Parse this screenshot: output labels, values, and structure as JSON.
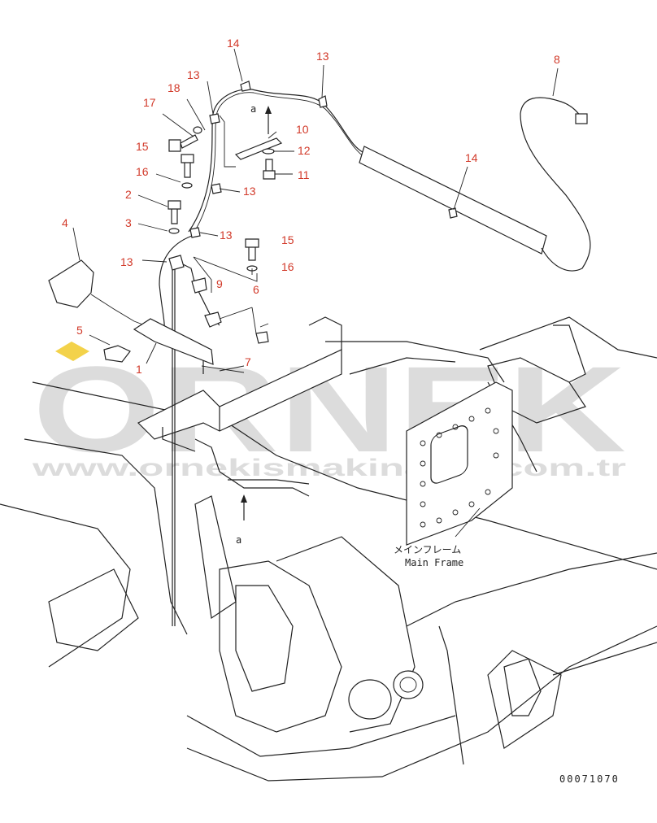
{
  "diagram": {
    "callouts": [
      {
        "id": "c14a",
        "text": "14"
      },
      {
        "id": "c13a",
        "text": "13"
      },
      {
        "id": "c8",
        "text": "8"
      },
      {
        "id": "c13b",
        "text": "13"
      },
      {
        "id": "c18",
        "text": "18"
      },
      {
        "id": "c17",
        "text": "17"
      },
      {
        "id": "c10",
        "text": "10"
      },
      {
        "id": "c12",
        "text": "12"
      },
      {
        "id": "c15a",
        "text": "15"
      },
      {
        "id": "c11",
        "text": "11"
      },
      {
        "id": "c16a",
        "text": "16"
      },
      {
        "id": "c14b",
        "text": "14"
      },
      {
        "id": "c13c",
        "text": "13"
      },
      {
        "id": "c2",
        "text": "2"
      },
      {
        "id": "c3",
        "text": "3"
      },
      {
        "id": "c13d",
        "text": "13"
      },
      {
        "id": "c15b",
        "text": "15"
      },
      {
        "id": "c4",
        "text": "4"
      },
      {
        "id": "c13e",
        "text": "13"
      },
      {
        "id": "c16b",
        "text": "16"
      },
      {
        "id": "c9",
        "text": "9"
      },
      {
        "id": "c6",
        "text": "6"
      },
      {
        "id": "c5",
        "text": "5"
      },
      {
        "id": "c1",
        "text": "1"
      },
      {
        "id": "c7",
        "text": "7"
      }
    ],
    "view_marker_top": "a",
    "view_marker_bottom": "a",
    "label_japanese": "メインフレーム",
    "label_english": "Main Frame",
    "drawing_number": "00071070",
    "watermark_logo": "ORNEK",
    "watermark_url": "www.ornekismakinalari.com.tr"
  }
}
